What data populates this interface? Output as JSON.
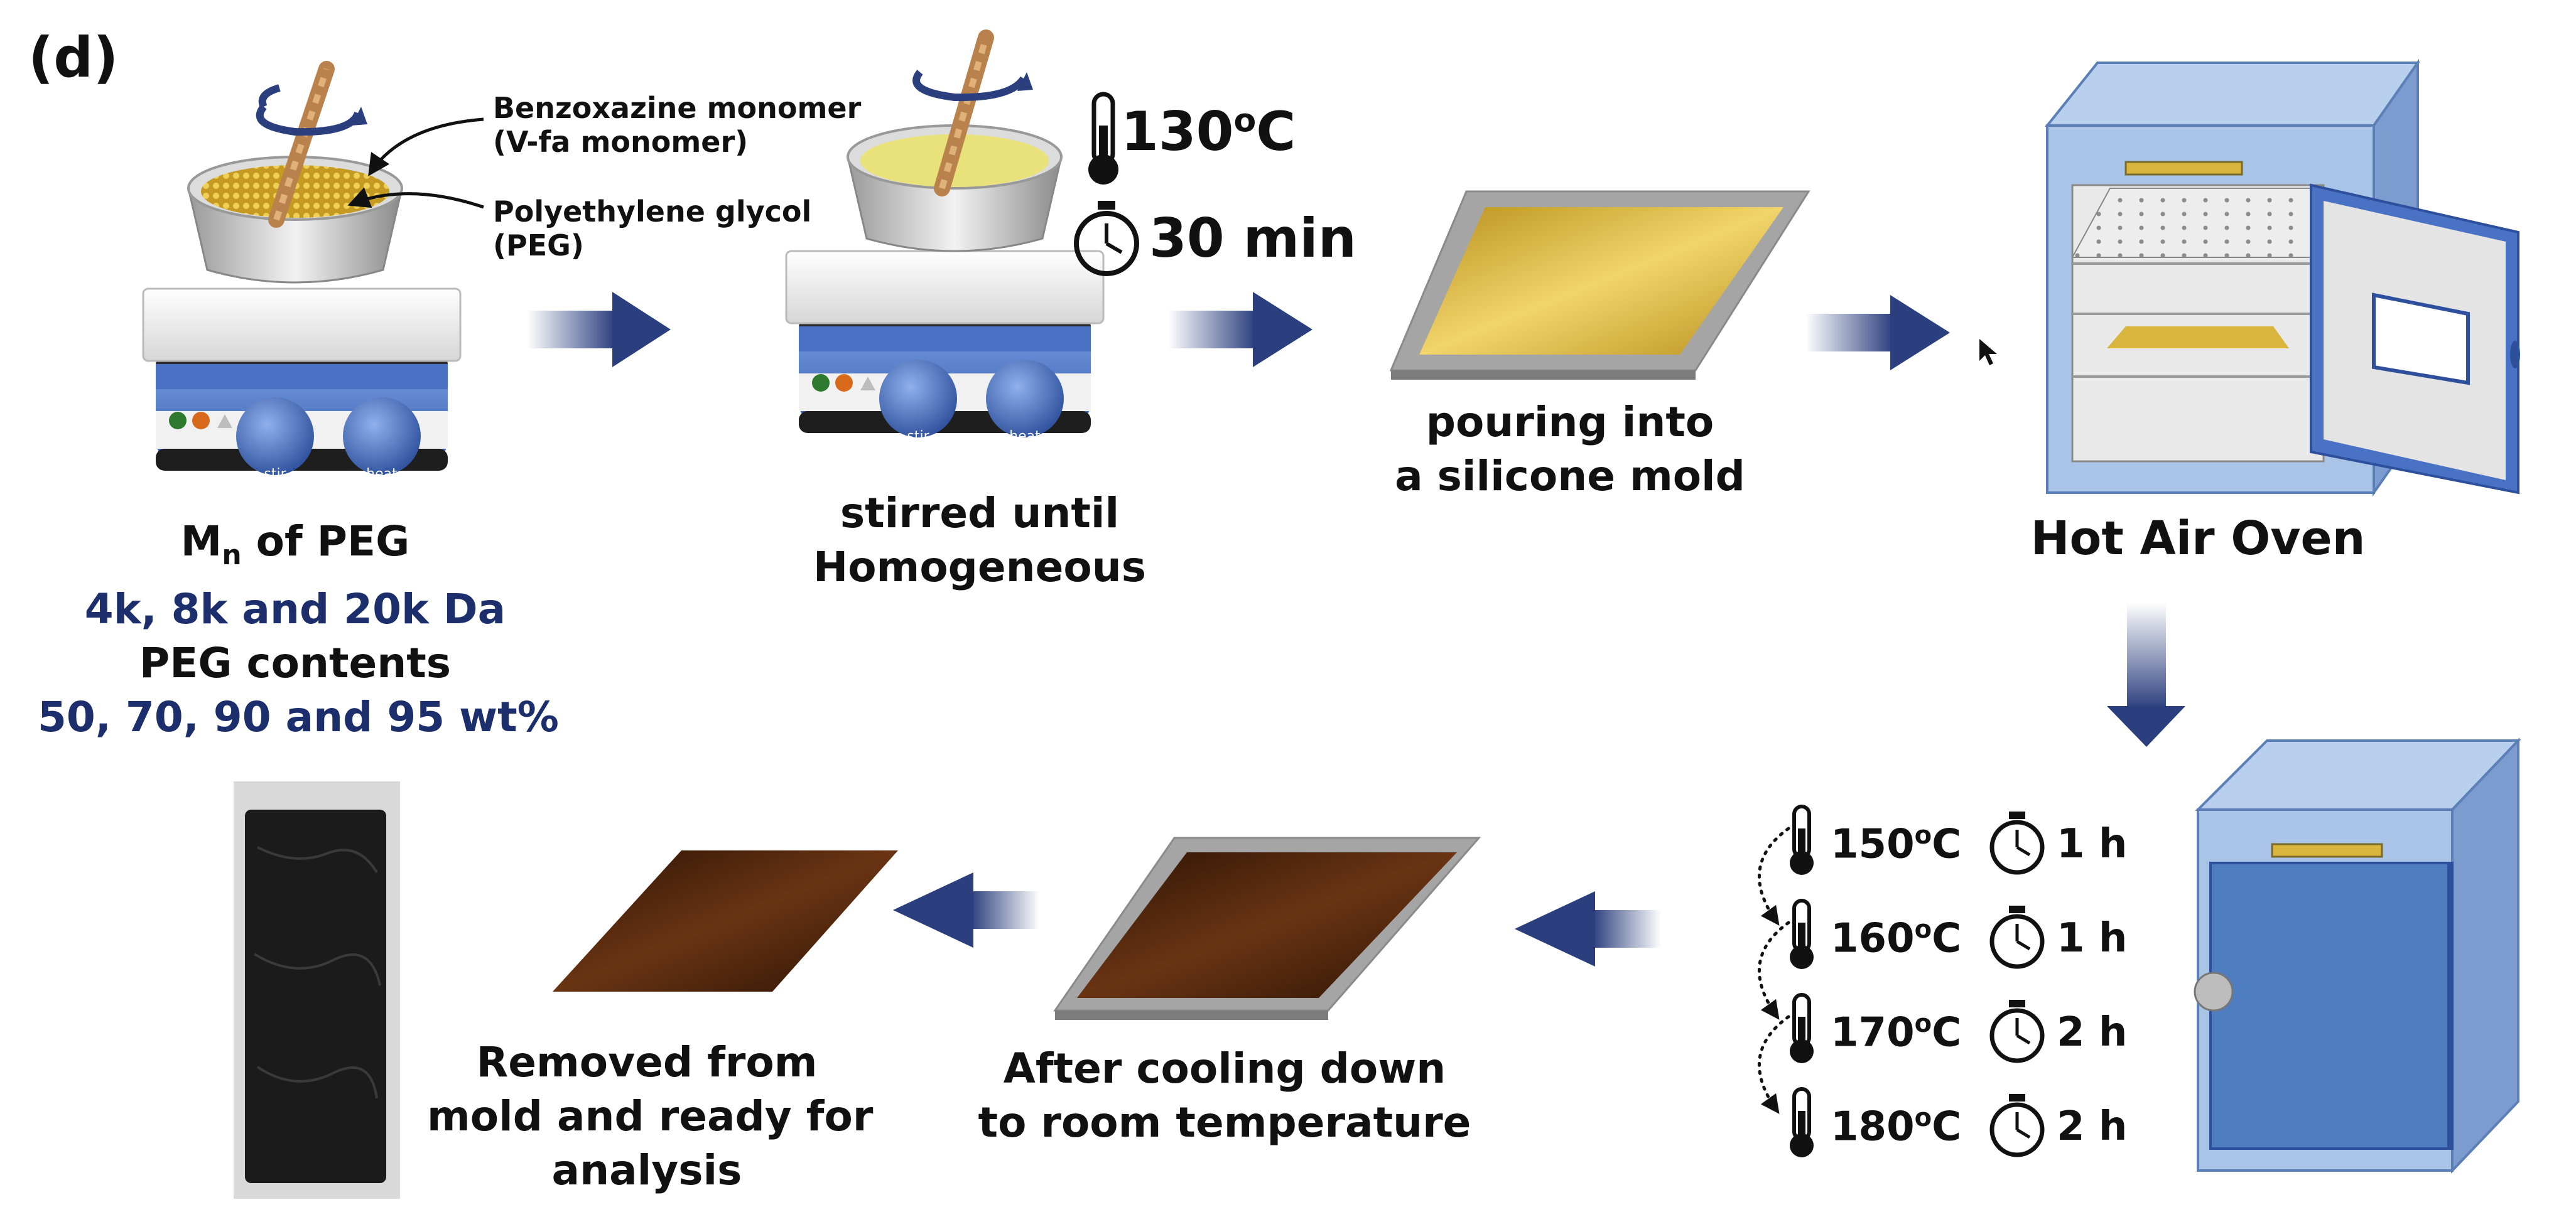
{
  "panel_label": "(d)",
  "step1": {
    "callout_monomer_line1": "Benzoxazine monomer",
    "callout_monomer_line2": "(V-fa monomer)",
    "callout_peg_line1": "Polyethylene glycol",
    "callout_peg_line2": "(PEG)",
    "mn_prefix": "M",
    "mn_sub": "n",
    "mn_suffix": " of PEG",
    "mn_values": "4k, 8k and 20k Da",
    "contents_label": "PEG contents",
    "contents_values": "50, 70, 90 and 95 wt%"
  },
  "hotplate": {
    "stir_label": "stir",
    "heat_label": "heat"
  },
  "step2": {
    "temp": "130",
    "temp_unit": "C",
    "temp_degree": "o",
    "time": "30 min",
    "caption_line1": "stirred until",
    "caption_line2": "Homogeneous"
  },
  "step3": {
    "caption_line1": "pouring into",
    "caption_line2": "a silicone mold"
  },
  "step4": {
    "caption": "Hot Air Oven"
  },
  "curing_schedule": [
    {
      "temp": "150",
      "degree": "o",
      "unit": "C",
      "time": "1 h"
    },
    {
      "temp": "160",
      "degree": "o",
      "unit": "C",
      "time": "1 h"
    },
    {
      "temp": "170",
      "degree": "o",
      "unit": "C",
      "time": "2 h"
    },
    {
      "temp": "180",
      "degree": "o",
      "unit": "C",
      "time": "2 h"
    }
  ],
  "step6": {
    "caption_line1": "After cooling down",
    "caption_line2": "to room temperature"
  },
  "step7": {
    "caption_line1": "Removed from",
    "caption_line2": "mold and ready for",
    "caption_line3": "analysis"
  },
  "colors": {
    "navy_text": "#1c2e6b",
    "arrow": "#2b3f7e",
    "hotplate_blue": "#4a72c4",
    "oven_blue": "#a9c4e6",
    "resin_gold": "#d9b53d",
    "cured_brown": "#4a230c",
    "mold_grey": "#9a9a9a"
  }
}
